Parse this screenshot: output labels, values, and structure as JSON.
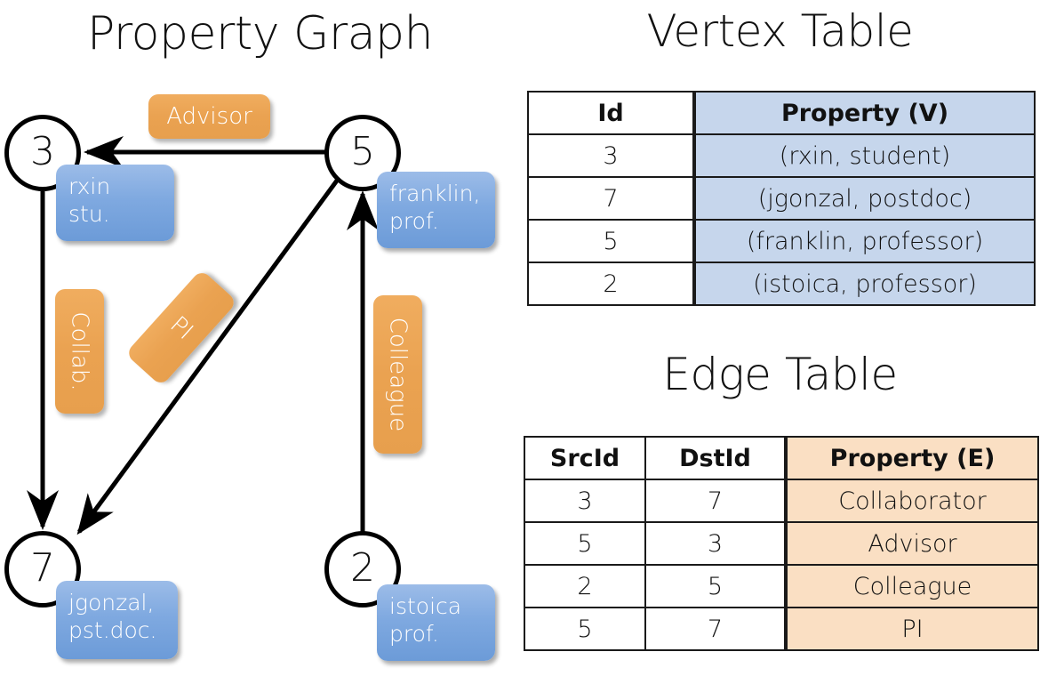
{
  "graph": {
    "title": "Property Graph",
    "nodes": [
      {
        "id": "3",
        "property": "rxin\nstu."
      },
      {
        "id": "5",
        "property": "franklin,\nprof."
      },
      {
        "id": "7",
        "property": "jgonzal,\npst.doc."
      },
      {
        "id": "2",
        "property": "istoica\nprof."
      }
    ],
    "edge_labels": [
      {
        "name": "advisor",
        "text": "Advisor"
      },
      {
        "name": "collaborator",
        "text": "Collab."
      },
      {
        "name": "pi",
        "text": "PI"
      },
      {
        "name": "colleague",
        "text": "Colleague"
      }
    ],
    "colors": {
      "node_fill": "#ffffff",
      "node_stroke": "#000000",
      "vertex_chip": "#7fa9e0",
      "edge_chip": "#eaa251",
      "arrow": "#000000"
    }
  },
  "vertex_table": {
    "title": "Vertex Table",
    "columns": [
      "Id",
      "Property (V)"
    ],
    "rows": [
      [
        "3",
        "(rxin, student)"
      ],
      [
        "7",
        "(jgonzal, postdoc)"
      ],
      [
        "5",
        "(franklin, professor)"
      ],
      [
        "2",
        "(istoica, professor)"
      ]
    ],
    "property_column_color": "#c6d6ec"
  },
  "edge_table": {
    "title": "Edge Table",
    "columns": [
      "SrcId",
      "DstId",
      "Property (E)"
    ],
    "rows": [
      [
        "3",
        "7",
        "Collaborator"
      ],
      [
        "5",
        "3",
        "Advisor"
      ],
      [
        "2",
        "5",
        "Colleague"
      ],
      [
        "5",
        "7",
        "PI"
      ]
    ],
    "property_column_color": "#fadfc3"
  }
}
